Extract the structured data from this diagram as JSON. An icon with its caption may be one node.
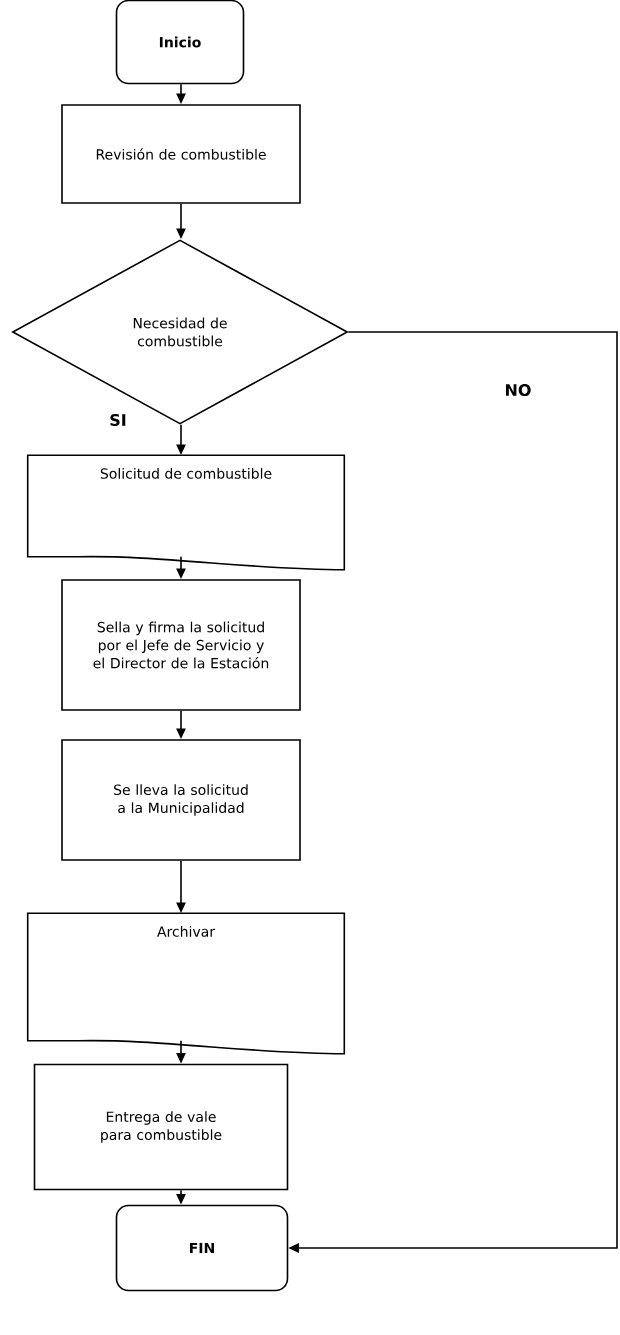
{
  "diagram": {
    "nodes": [
      {
        "text": [
          "Inicio"
        ]
      },
      {
        "text": [
          "Revisión de combustible"
        ]
      },
      {
        "text": [
          "Necesidad de combustible"
        ]
      },
      {
        "text": [
          "Solicitud de combustible"
        ]
      },
      {
        "text": [
          "Sella y firma la solicitud por el Jefe de Servicio y el Director de la Estación"
        ]
      },
      {
        "text": [
          "Se lleva la solicitud a la Municipalidad"
        ]
      },
      {
        "text": [
          "Archivar"
        ]
      },
      {
        "text": [
          "Entrega de vale para combustible"
        ]
      },
      {
        "text": [
          "FIN"
        ]
      }
    ],
    "edges": [
      {
        "from": 0,
        "to": 1,
        "arrow": "to"
      },
      {
        "from": 1,
        "to": 2,
        "arrow": "to"
      },
      {
        "from": 2,
        "to": 3,
        "arrow": "to",
        "label": "SI"
      },
      {
        "from": 3,
        "to": 4,
        "arrow": "to"
      },
      {
        "from": 4,
        "to": 5,
        "arrow": "to"
      },
      {
        "from": 5,
        "to": 6,
        "arrow": "to"
      },
      {
        "from": 6,
        "to": 7,
        "arrow": "to"
      },
      {
        "from": 7,
        "to": 8,
        "arrow": "to"
      },
      {
        "from": 2,
        "to": 8,
        "arrow": "to",
        "label": "NO"
      }
    ]
  }
}
